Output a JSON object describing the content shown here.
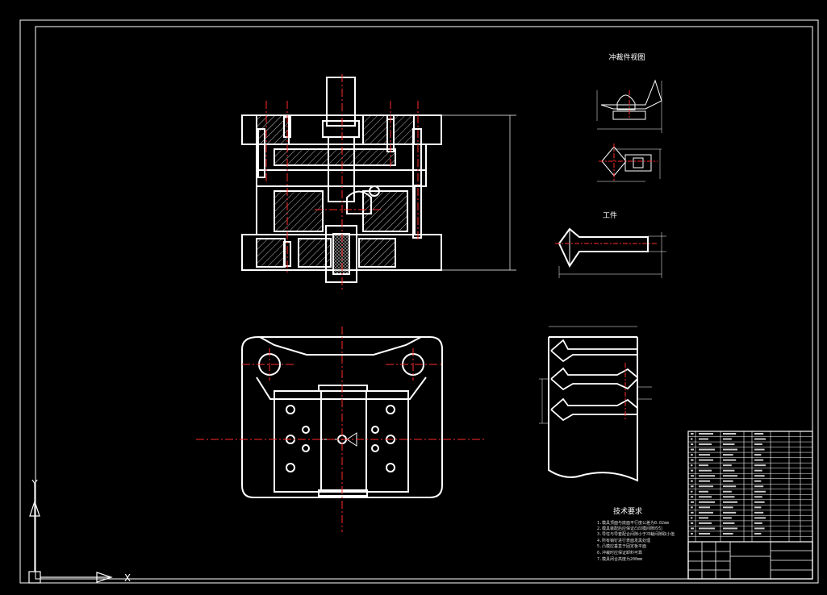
{
  "drawing": {
    "section_title_top": "冲裁件视图",
    "section_title_part": "工件",
    "notes_title": "技术要求",
    "notes": [
      "1.模具顶面与底面平行度公差为0.02mm",
      "2.模具装配后应保证凸凹模间隙均匀",
      "3.导柱与导套配合间隙小于冲裁间隙取小值",
      "4.所有销钉进行表面发黑处理",
      "5.凸模应垂直于固定板平面",
      "6.冲裁时应保证卸料可靠",
      "7.模具闭合高度为200mm"
    ]
  },
  "ucs_icon": {
    "x_label": "X",
    "y_label": "Y"
  },
  "colors": {
    "line": "#ffffff",
    "center": "#ff2a2a",
    "hatch": "#bbbbbb",
    "background": "#000000"
  }
}
